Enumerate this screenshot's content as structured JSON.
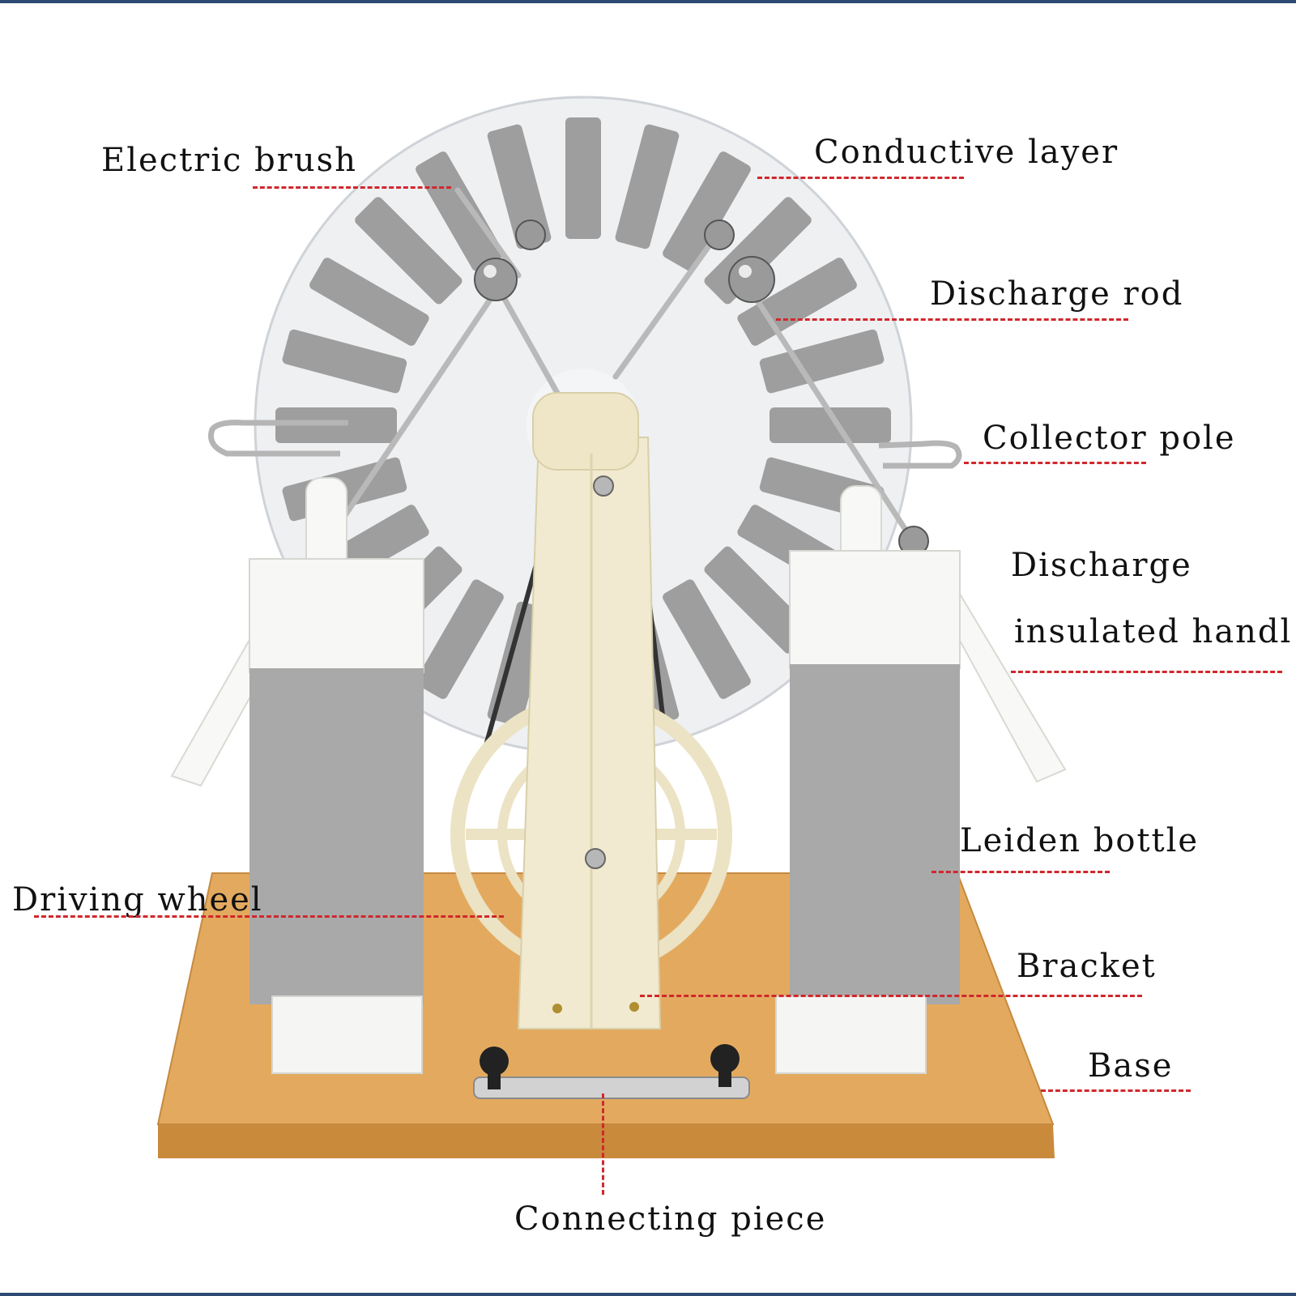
{
  "labels": {
    "electric_brush": "Electric brush",
    "conductive_layer": "Conductive layer",
    "discharge_rod": "Discharge rod",
    "collector_pole": "Collector pole",
    "discharge_line1": "Discharge",
    "discharge_line2": "insulated handl",
    "leiden_bottle": "Leiden bottle",
    "driving_wheel": "Driving wheel",
    "bracket": "Bracket",
    "base": "Base",
    "connecting_piece": "Connecting piece"
  },
  "colors": {
    "leader_line": "#d0282c",
    "frame_border": "#2d4a75",
    "wood_base": "#e2a85c",
    "cream_plastic": "#f1ead0",
    "jar_grey": "#a9a9a9",
    "disc": "#eef0f2",
    "sector": "#8f8f8f"
  }
}
